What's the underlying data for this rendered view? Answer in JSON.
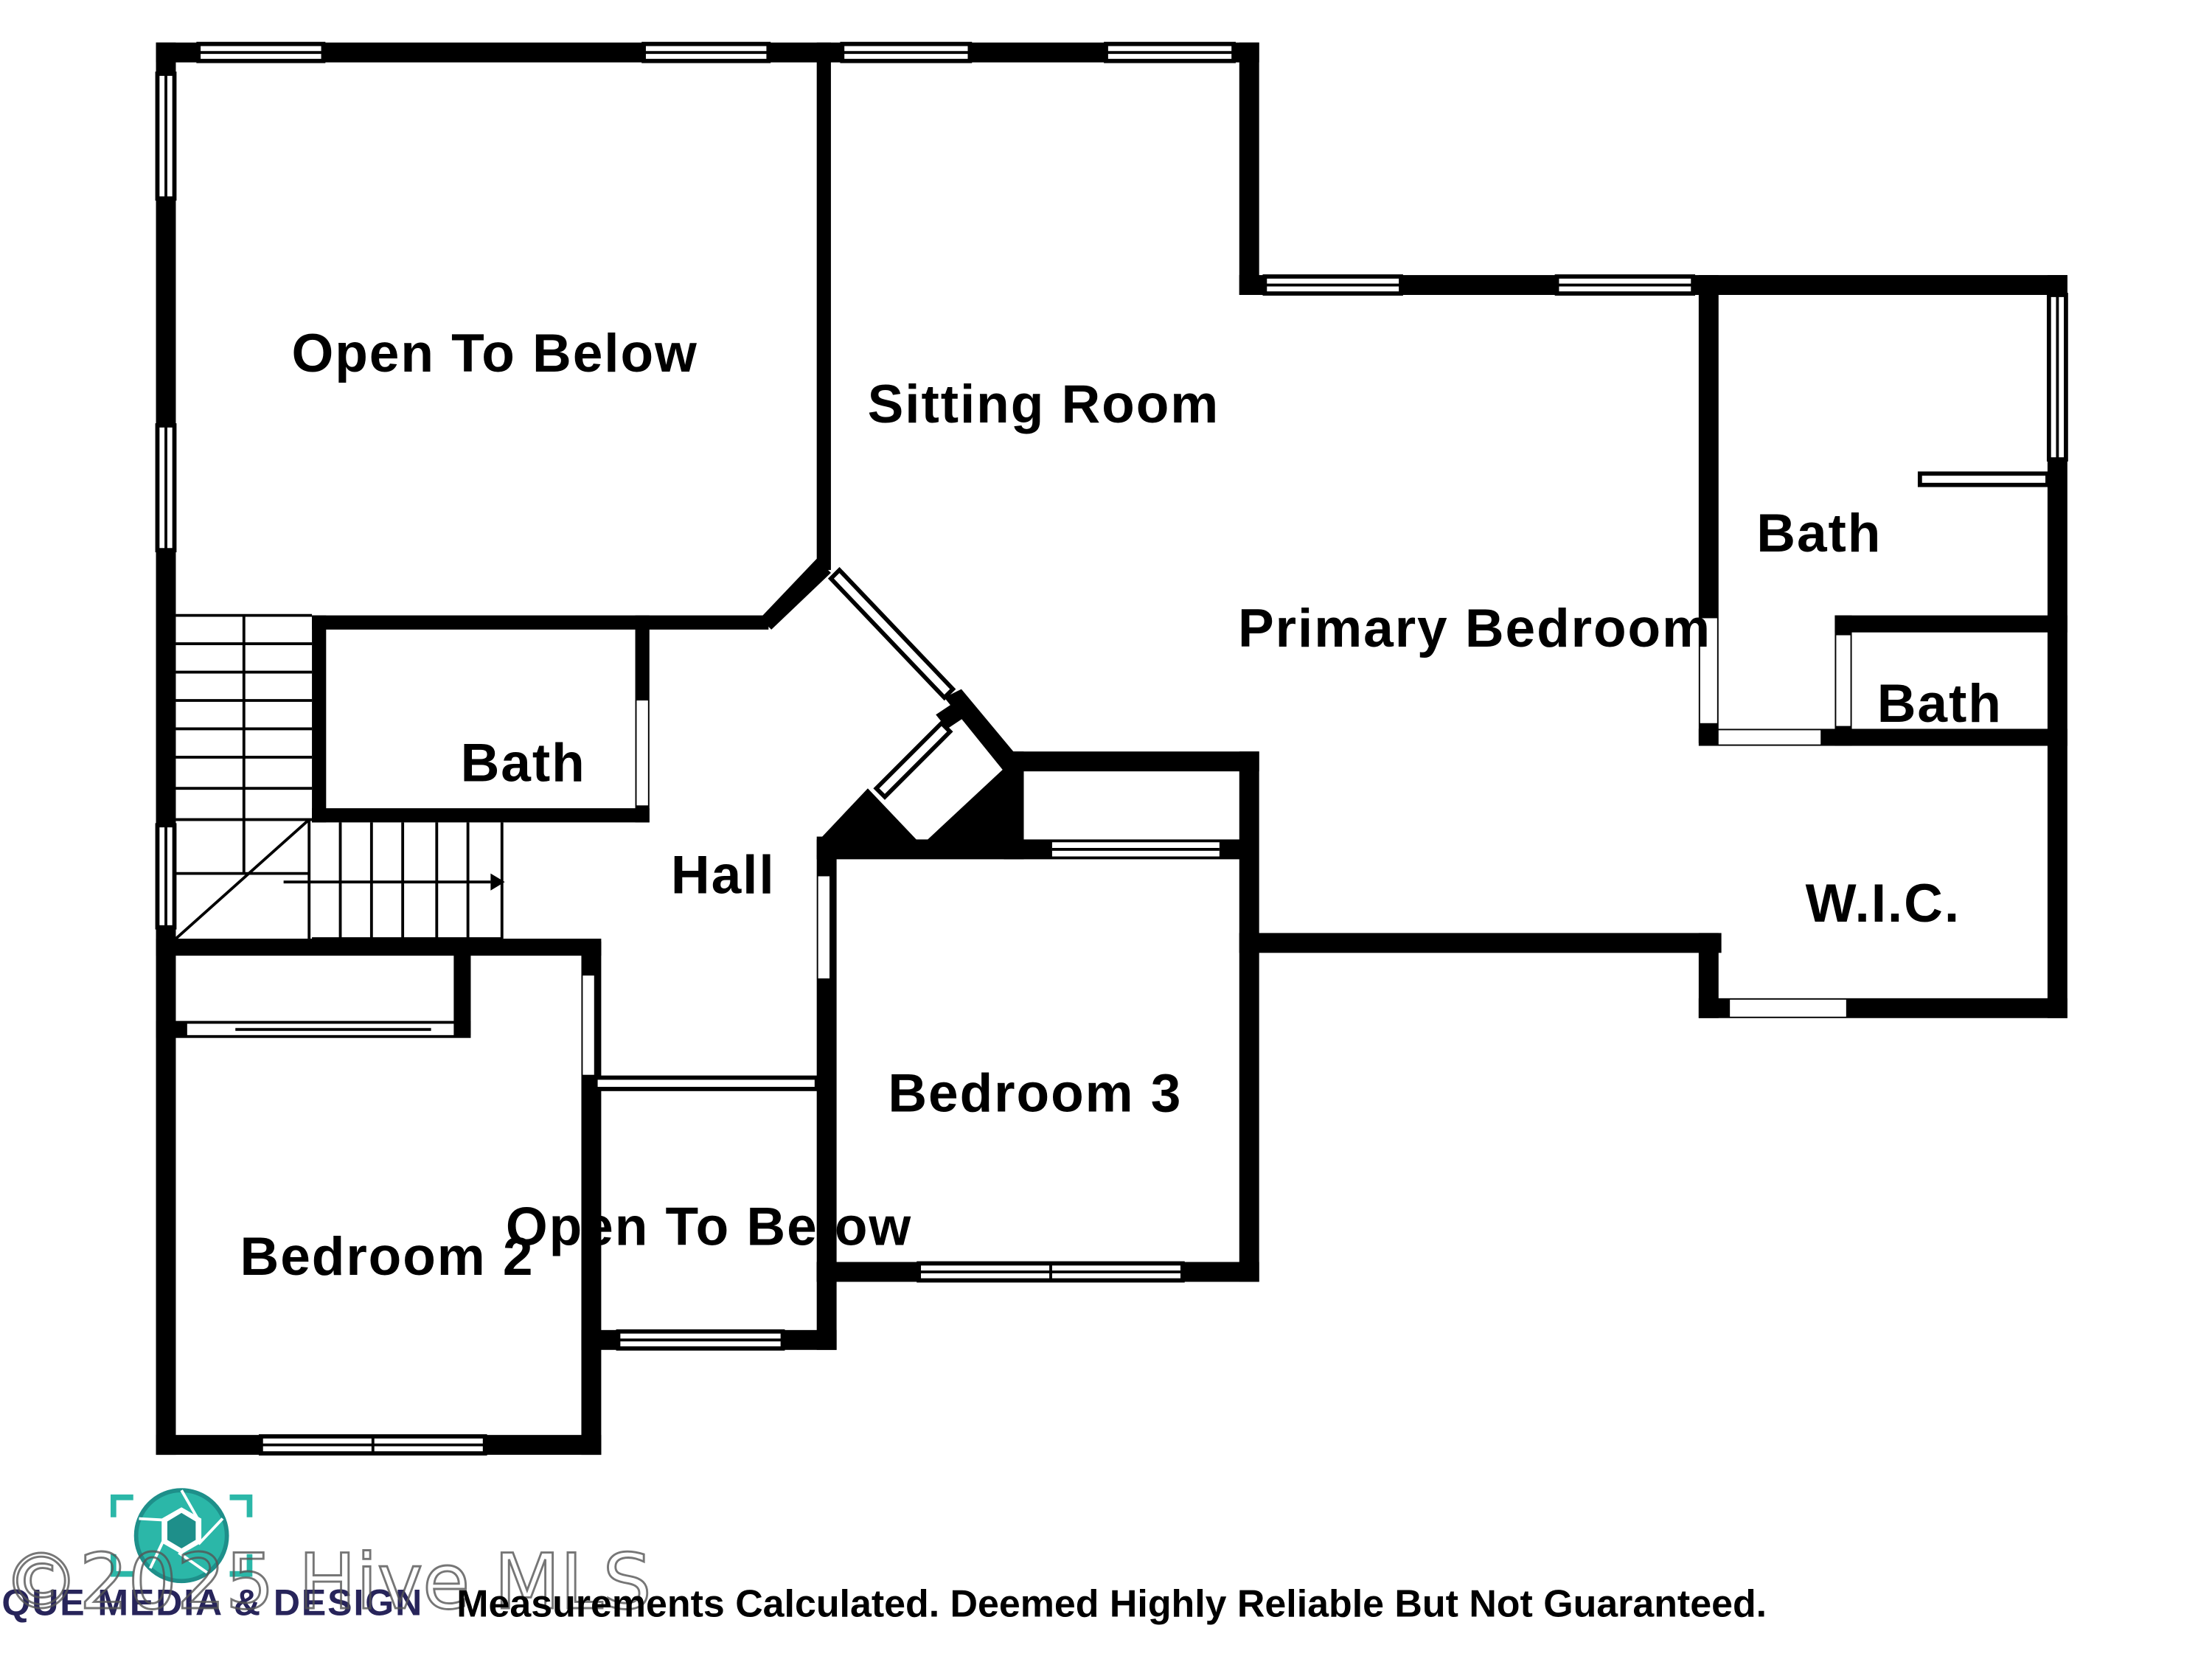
{
  "floor_plan": {
    "rooms": {
      "open_to_below_main": "Open To Below",
      "sitting_room": "Sitting Room",
      "primary_bedroom": "Primary Bedroom",
      "primary_bath": "Bath",
      "secondary_bath_right": "Bath",
      "walk_in_closet": "W.I.C.",
      "hall_bath": "Bath",
      "hall": "Hall",
      "bedroom_3": "Bedroom 3",
      "bedroom_2": "Bedroom 2",
      "open_to_below_small": "Open To Below"
    },
    "disclaimer": "Measurements Calculated. Deemed Highly Reliable But Not Guaranteed.",
    "wall_color": "#000000"
  },
  "branding": {
    "company": "UNIQUE MEDIA & DESIGN",
    "logo_icon": "camera-aperture-icon",
    "logo_colors": [
      "#2bb7a8",
      "#1e8f8a",
      "#27245a"
    ],
    "watermark": "©2025 Hive MLS"
  }
}
